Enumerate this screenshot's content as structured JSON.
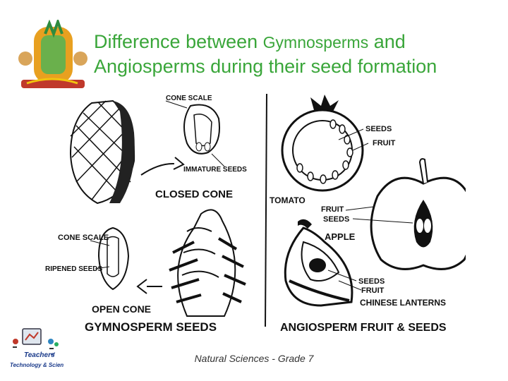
{
  "slide": {
    "title_part1": "Difference between ",
    "title_part2": "Gymnosperms",
    "title_part3": " and",
    "title_line2": "Angiosperms during their seed formation",
    "footer": "Natural Sciences - Grade 7"
  },
  "logos": {
    "top_emblem_icon": "coat-of-arms-icon",
    "bottom_logo_line1": "Teachers",
    "bottom_logo_of": "of",
    "bottom_logo_line2": "Technology & Science"
  },
  "diagram": {
    "gymnosperm": {
      "cone_scale_top": "CONE SCALE",
      "immature_seeds": "IMMATURE SEEDS",
      "closed_cone": "CLOSED CONE",
      "cone_scale_left": "CONE SCALE",
      "ripened_seeds": "RIPENED SEEDS",
      "open_cone": "OPEN CONE",
      "heading": "GYMNOSPERM SEEDS"
    },
    "angiosperm": {
      "tomato_seeds": "SEEDS",
      "tomato_fruit": "FRUIT",
      "tomato": "TOMATO",
      "apple_fruit": "FRUIT",
      "apple_seeds": "SEEDS",
      "apple": "APPLE",
      "lantern_seeds": "SEEDS",
      "lantern_fruit": "FRUIT",
      "chinese_lanterns": "CHINESE LANTERNS",
      "heading": "ANGIOSPERM FRUIT & SEEDS"
    }
  }
}
